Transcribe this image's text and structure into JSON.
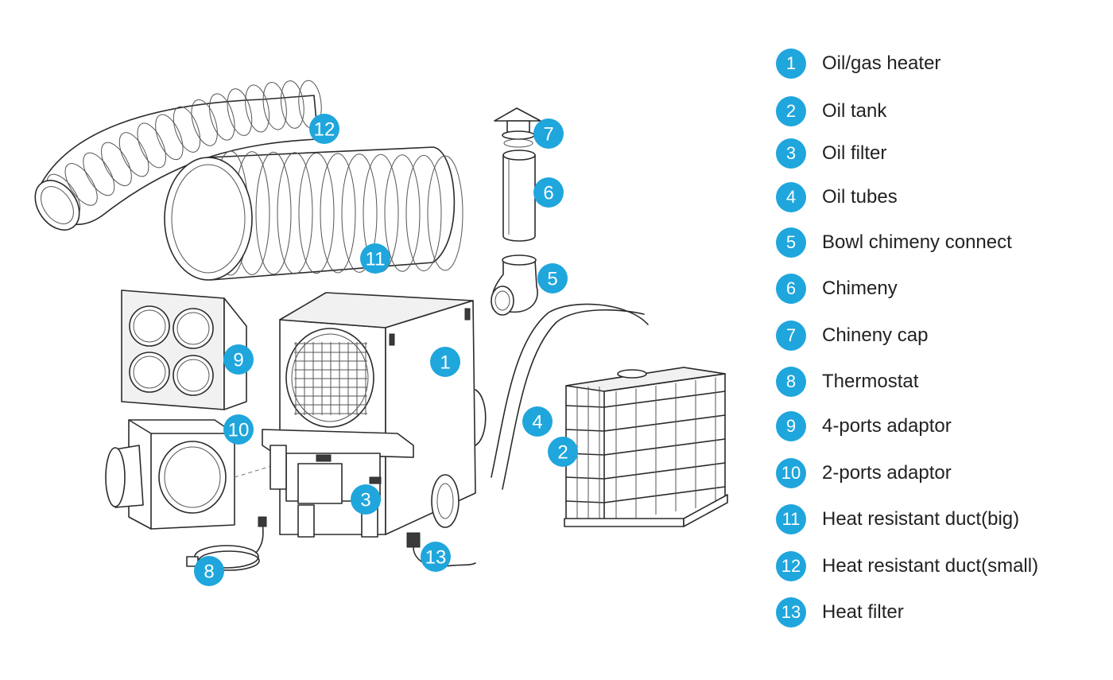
{
  "accent_color": "#1fa6dc",
  "parts": [
    {
      "number": "1",
      "label": "Oil/gas heater"
    },
    {
      "number": "2",
      "label": "Oil tank"
    },
    {
      "number": "3",
      "label": "Oil  filter"
    },
    {
      "number": "4",
      "label": "Oil tubes"
    },
    {
      "number": "5",
      "label": "Bowl chimeny connect"
    },
    {
      "number": "6",
      "label": "Chimeny"
    },
    {
      "number": "7",
      "label": "Chineny cap"
    },
    {
      "number": "8",
      "label": "Thermostat"
    },
    {
      "number": "9",
      "label": "4-ports adaptor"
    },
    {
      "number": "10",
      "label": "2-ports adaptor"
    },
    {
      "number": "11",
      "label": "Heat resistant duct(big)"
    },
    {
      "number": "12",
      "label": "Heat resistant duct(small)"
    },
    {
      "number": "13",
      "label": "Heat filter"
    }
  ]
}
